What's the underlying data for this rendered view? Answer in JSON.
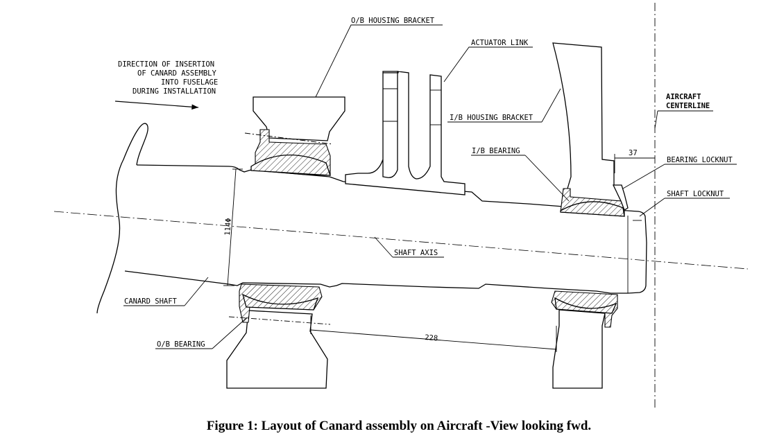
{
  "labels": {
    "direction": [
      "DIRECTION OF INSERTION",
      "OF CANARD ASSEMBLY",
      "INTO FUSELAGE",
      "DURING INSTALLATION"
    ],
    "ob_housing_bracket": "O/B HOUSING BRACKET",
    "actuator_link": "ACTUATOR LINK",
    "ib_housing_bracket": "I/B HOUSING BRACKET",
    "ib_bearing": "I/B BEARING",
    "aircraft_centerline": [
      "AIRCRAFT",
      "CENTERLINE"
    ],
    "bearing_locknut": "BEARING LOCKNUT",
    "shaft_locknut": "SHAFT LOCKNUT",
    "shaft_axis": "SHAFT AXIS",
    "canard_shaft": "CANARD SHAFT",
    "ob_bearing": "O/B BEARING"
  },
  "dimensions": {
    "diameter": "114Φ",
    "bearing_spacing": "228",
    "locknut_offset": "37"
  },
  "caption": "Figure 1: Layout of Canard assembly on Aircraft -View looking fwd."
}
